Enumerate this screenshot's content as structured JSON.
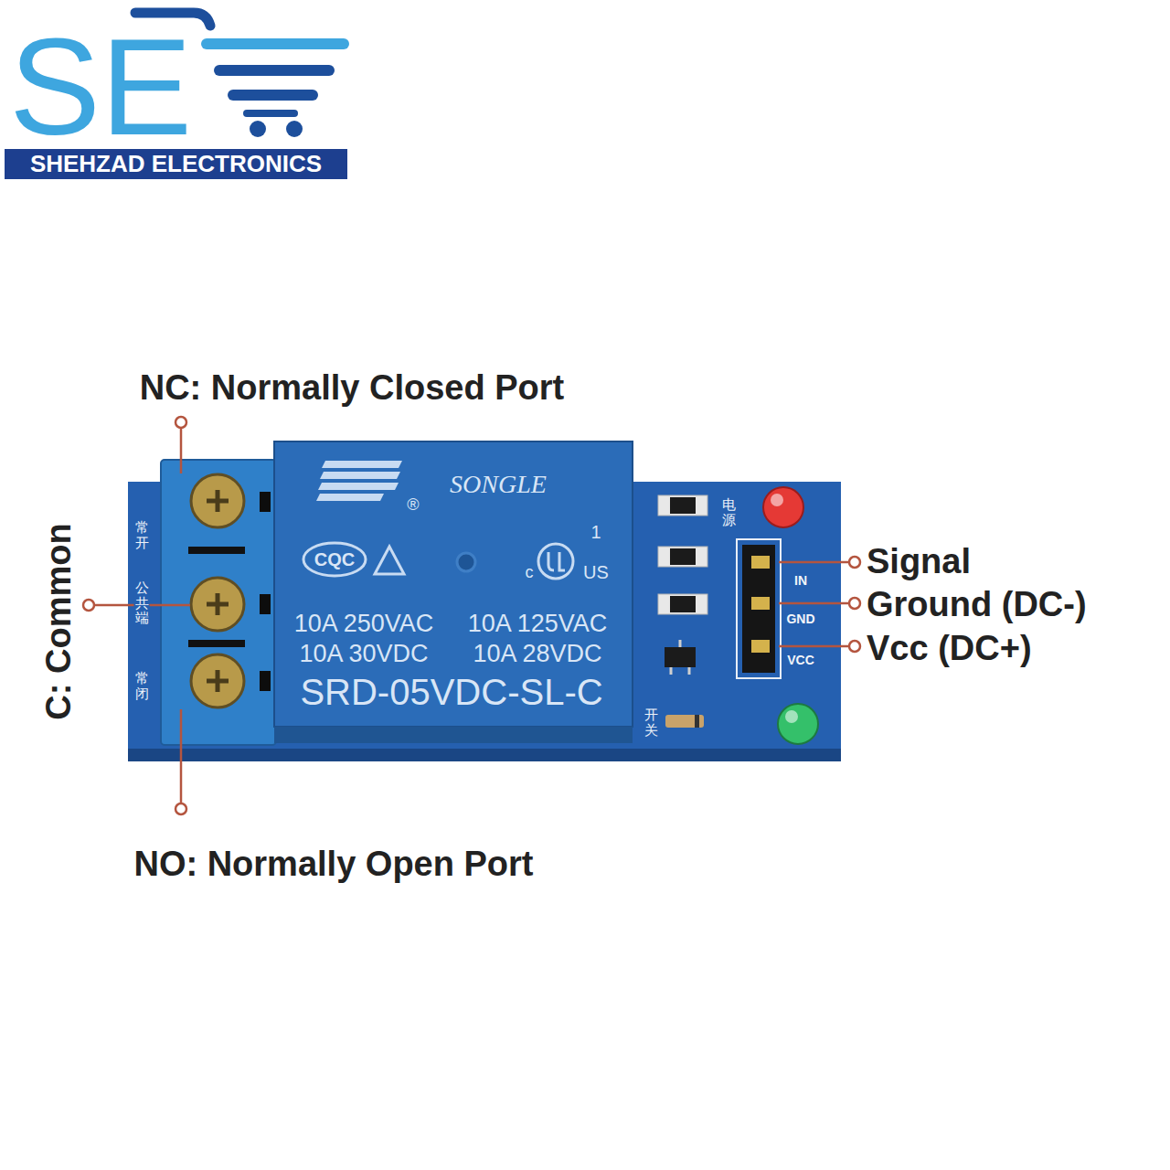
{
  "diagram": {
    "nodes": [
      {
        "text": [
          "SHEHZAD ELECTRONICS"
        ]
      },
      {
        "text": [
          "常开",
          "公共端",
          "常闭",
          "电源",
          "IN",
          "GND",
          "VCC",
          "开关"
        ]
      },
      {
        "text": [
          "SONGLE",
          "®",
          "CQC",
          "c",
          "US",
          "1",
          "10A 250VAC",
          "10A 125VAC",
          "10A 30VDC",
          "10A 28VDC",
          "SRD-05VDC-SL-C"
        ],
        "in": 1
      }
    ],
    "labels": [
      "SE",
      "NC: Normally Closed Port",
      "C: Common",
      "NO: Normally Open Port",
      "Signal",
      "Ground (DC-)",
      "Vcc (DC+)"
    ]
  }
}
